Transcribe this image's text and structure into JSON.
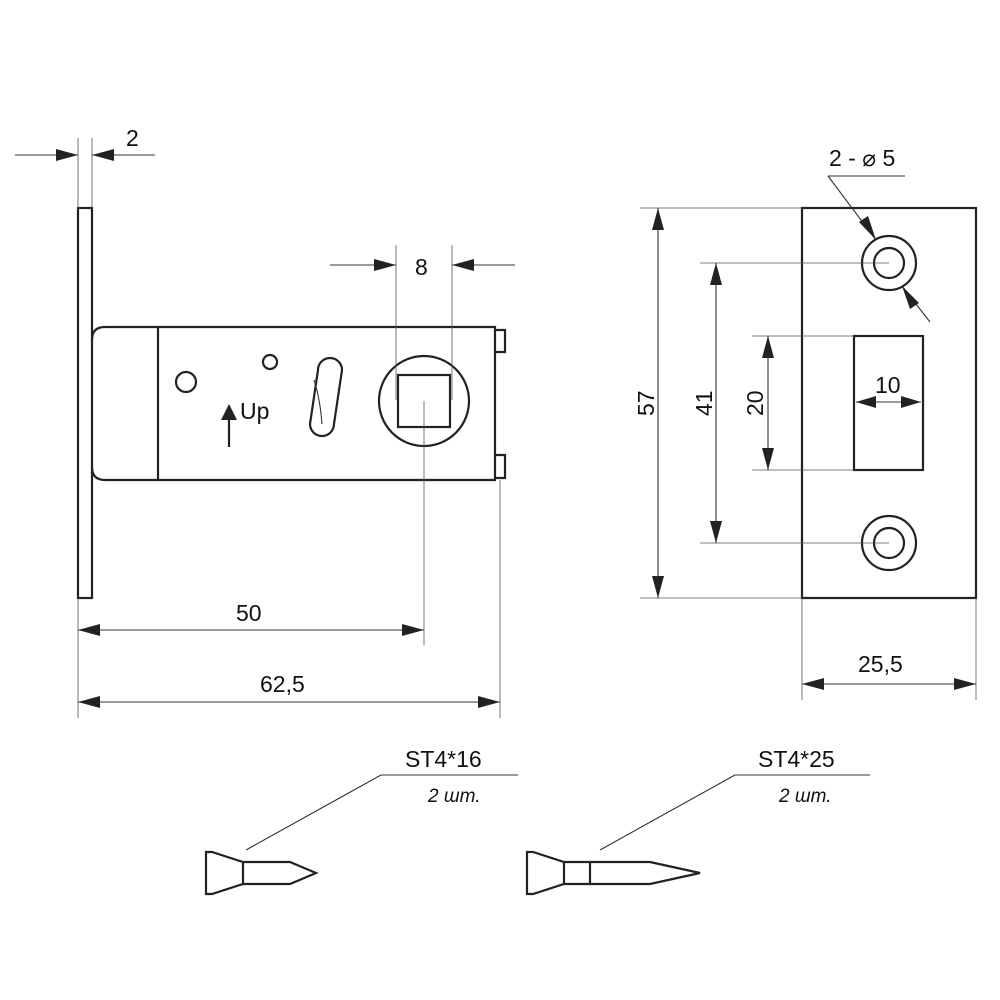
{
  "dimensions": {
    "plate_thickness": "2",
    "backset_square": "8",
    "backset": "50",
    "total_length": "62,5",
    "hole_spec": "2 - ⌀ 5",
    "strike_height": "57",
    "hole_spacing": "41",
    "opening_height": "20",
    "opening_width": "10",
    "strike_width": "25,5"
  },
  "marking": {
    "up_label": "Up"
  },
  "screws": [
    {
      "spec": "ST4*16",
      "qty": "2 шт."
    },
    {
      "spec": "ST4*25",
      "qty": "2 шт."
    }
  ],
  "colors": {
    "line": "#222222",
    "background": "#ffffff"
  },
  "icons": [
    "up-arrow-icon",
    "diameter-symbol"
  ]
}
